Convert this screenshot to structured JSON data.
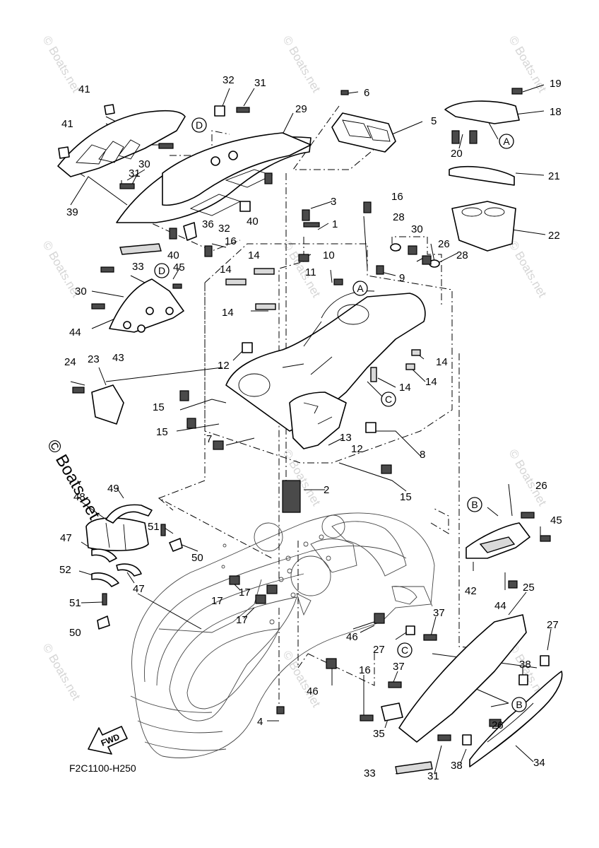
{
  "watermark": "© Boats.net",
  "diagram_code": "F2C1100-H250",
  "fwd_label": "FWD",
  "ref_letters": [
    "A",
    "B",
    "C",
    "D"
  ],
  "part_numbers": [
    "1",
    "2",
    "3",
    "4",
    "5",
    "6",
    "7",
    "8",
    "9",
    "10",
    "11",
    "12",
    "13",
    "14",
    "15",
    "16",
    "17",
    "18",
    "19",
    "20",
    "21",
    "22",
    "23",
    "24",
    "25",
    "26",
    "27",
    "28",
    "29",
    "30",
    "31",
    "32",
    "33",
    "34",
    "35",
    "36",
    "37",
    "38",
    "39",
    "40",
    "41",
    "42",
    "43",
    "44",
    "45",
    "46",
    "47",
    "48",
    "49",
    "50",
    "51",
    "52"
  ]
}
